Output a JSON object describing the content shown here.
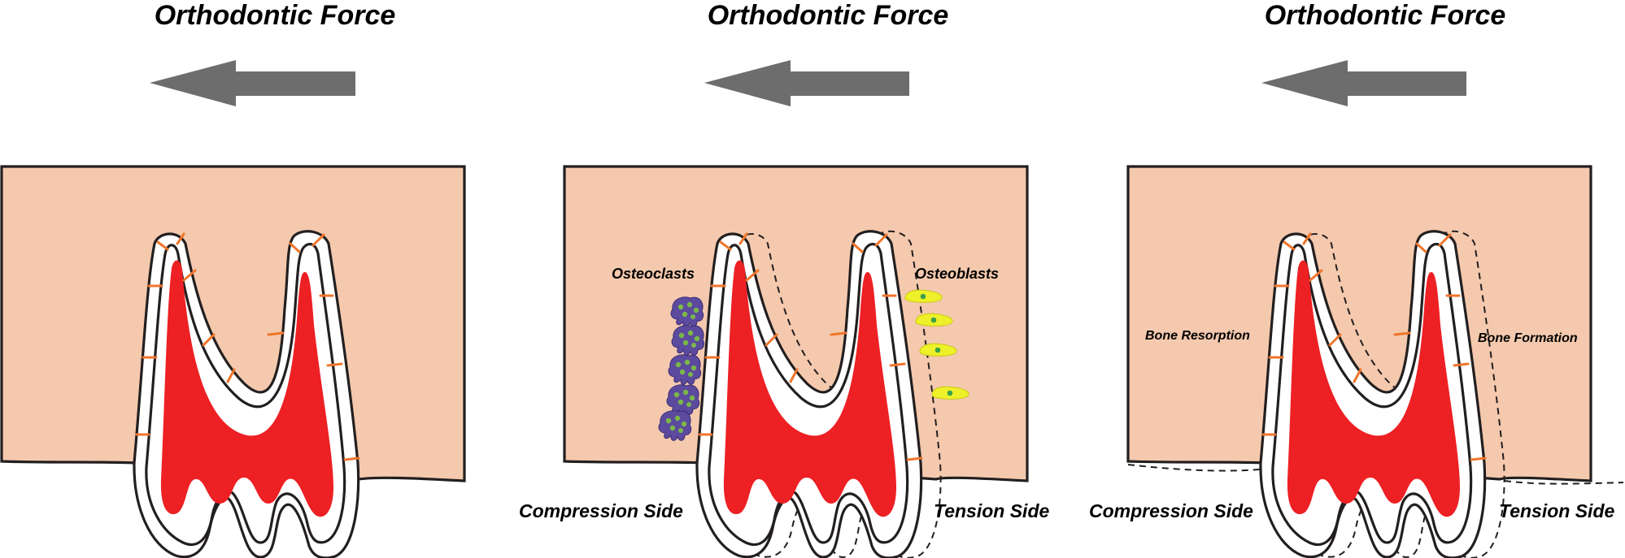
{
  "colors": {
    "bone": "#f4c9ad",
    "pulp": "#ed2024",
    "outline": "#231f20",
    "ligament_fibers": "#f0752b",
    "arrow": "#6d6d6d",
    "osteoclast": "#5c4a9e",
    "osteoclast_nuclei": "#7ab848",
    "osteoblast": "#eef02a",
    "osteoblast_nucleus": "#3aa24a"
  },
  "panels": [
    {
      "title": "Orthodontic Force",
      "arrow_direction": "left",
      "compression_label": "",
      "tension_label": "",
      "left_cell_label": "",
      "right_cell_label": "",
      "left_process_label": "",
      "right_process_label": ""
    },
    {
      "title": "Orthodontic Force",
      "arrow_direction": "left",
      "compression_label": "Compression Side",
      "tension_label": "Tension Side",
      "left_cell_label": "Osteoclasts",
      "right_cell_label": "Osteoblasts",
      "left_process_label": "",
      "right_process_label": "",
      "osteoclast_count": 5,
      "osteoblast_count": 4
    },
    {
      "title": "Orthodontic Force",
      "arrow_direction": "left",
      "compression_label": "Compression Side",
      "tension_label": "Tension Side",
      "left_cell_label": "",
      "right_cell_label": "",
      "left_process_label": "Bone Resorption",
      "right_process_label": "Bone Formation"
    }
  ]
}
